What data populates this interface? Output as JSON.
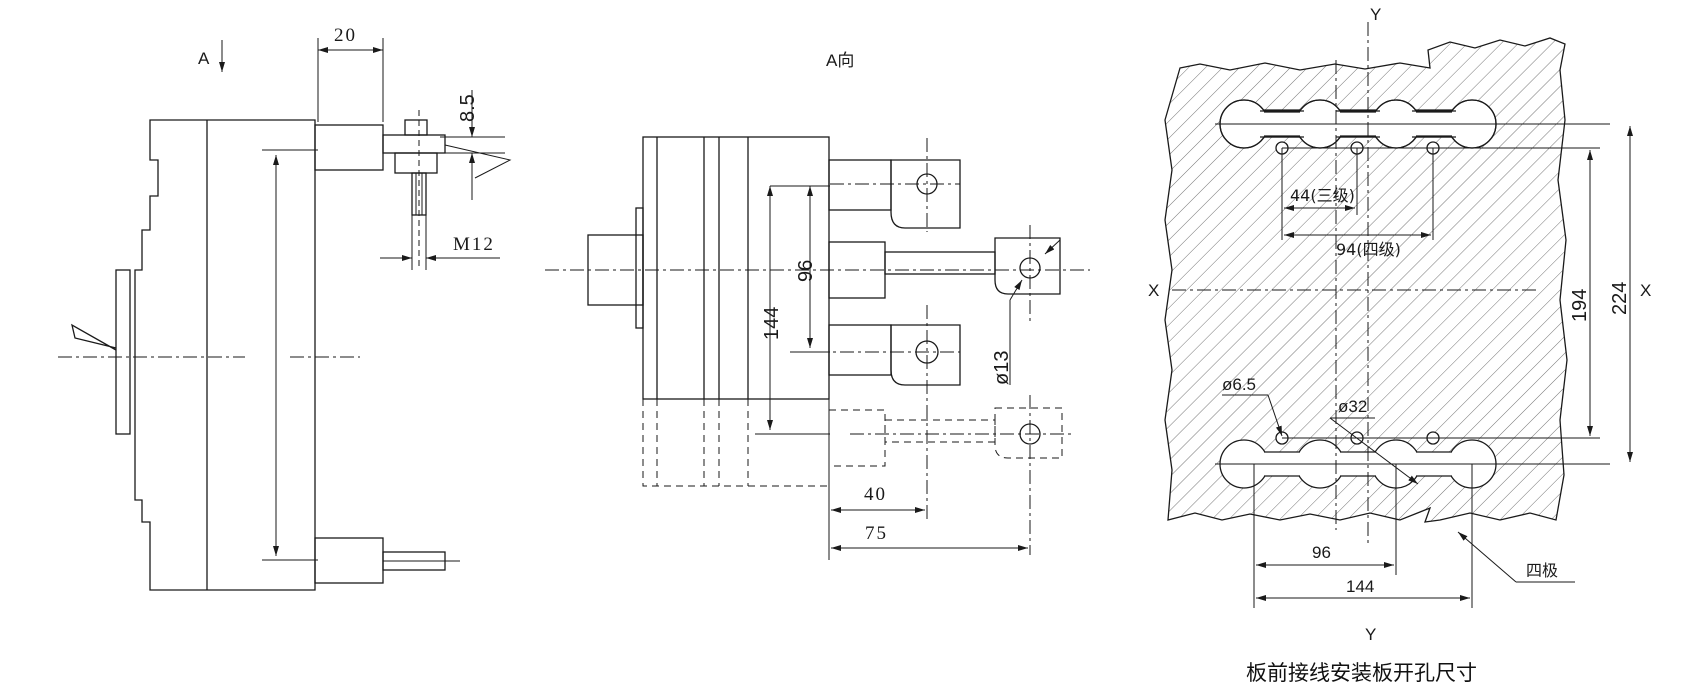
{
  "side_view": {
    "view_arrow_label": "A",
    "dim_top_width": "20",
    "dim_gap": "8.5",
    "dim_thread": "M12"
  },
  "view_a": {
    "title": "A向",
    "dim_96": "96",
    "dim_144": "144",
    "dim_hole": "ø13",
    "dim_40": "40",
    "dim_75": "75"
  },
  "panel_cutout": {
    "axis_y_top": "Y",
    "axis_y_bottom": "Y",
    "axis_x_left": "X",
    "axis_x_right": "X",
    "dim_44": "44(三级)",
    "dim_94": "94(四级)",
    "dim_194": "194",
    "dim_224": "224",
    "dim_hole_small": "ø6.5",
    "dim_hole_large": "ø32",
    "dim_96": "96",
    "dim_144": "144",
    "four_pole_label": "四极",
    "caption": "板前接线安装板开孔尺寸"
  }
}
